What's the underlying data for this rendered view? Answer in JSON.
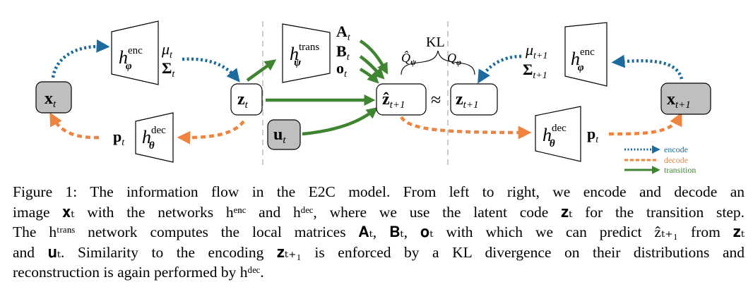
{
  "colors": {
    "encode": "#1b6b9e",
    "decode": "#ee8440",
    "transition": "#3e8431",
    "node_fill_gray": "#bfbfbf",
    "node_stroke": "#000000",
    "separator": "#b0b0b0"
  },
  "nodes": {
    "x_t": {
      "base": "x",
      "sub": "t"
    },
    "z_t": {
      "base": "z",
      "sub": "t"
    },
    "u_t": {
      "base": "u",
      "sub": "t"
    },
    "zhat_t1": {
      "base": "ẑ",
      "sub": "t+1"
    },
    "approx": "≈",
    "z_t1": {
      "base": "z",
      "sub": "t+1"
    },
    "x_t1": {
      "base": "x",
      "sub": "t+1"
    }
  },
  "networks": {
    "enc_left": {
      "base": "h",
      "sup": "enc",
      "sub": "φ"
    },
    "dec_left": {
      "base": "h",
      "sup": "dec",
      "sub": "θ"
    },
    "trans": {
      "base": "h",
      "sup": "trans",
      "sub": "ψ"
    },
    "dec_right": {
      "base": "h",
      "sup": "dec",
      "sub": "θ"
    },
    "enc_right": {
      "base": "h",
      "sup": "enc",
      "sub": "φ"
    }
  },
  "labels": {
    "mu_t": {
      "base": "μ",
      "sub": "t"
    },
    "sigma_t": {
      "base": "Σ",
      "sub": "t"
    },
    "p_t_left": {
      "base": "p",
      "sub": "t"
    },
    "A_t": {
      "base": "A",
      "sub": "t"
    },
    "B_t": {
      "base": "B",
      "sub": "t"
    },
    "o_t": {
      "base": "o",
      "sub": "t"
    },
    "kl": "KL",
    "q_hat": {
      "base": "Q̂",
      "sub": "ψ"
    },
    "q_phi": {
      "base": "Q",
      "sub": "φ"
    },
    "mu_t1": {
      "base": "μ",
      "sub": "t+1"
    },
    "sigma_t1": {
      "base": "Σ",
      "sub": "t+1"
    },
    "p_t_right": {
      "base": "p",
      "sub": "t"
    }
  },
  "legend": [
    {
      "label": "encode",
      "color": "#1b6b9e",
      "style": "dotted"
    },
    {
      "label": "decode",
      "color": "#ee8440",
      "style": "dashed"
    },
    {
      "label": "transition",
      "color": "#3e8431",
      "style": "solid"
    }
  ],
  "caption": {
    "lines": [
      "Figure 1: The information flow in the E2C model. From left to right, we encode and decode an",
      "image 𝐱ₜ with the networks hᵉⁿᶜ and hᵈᵉᶜ, where we use the latent code 𝐳ₜ for the transition step.",
      "The hᵗʳᵃⁿˢ network computes the local matrices 𝐀ₜ, 𝐁ₜ, 𝐨ₜ with which we can predict ẑₜ₊₁ from 𝐳ₜ",
      "and 𝐮ₜ. Similarity to the encoding 𝐳ₜ₊₁ is enforced by a KL divergence on their distributions and",
      "reconstruction is again performed by hᵈᵉᶜ."
    ]
  }
}
